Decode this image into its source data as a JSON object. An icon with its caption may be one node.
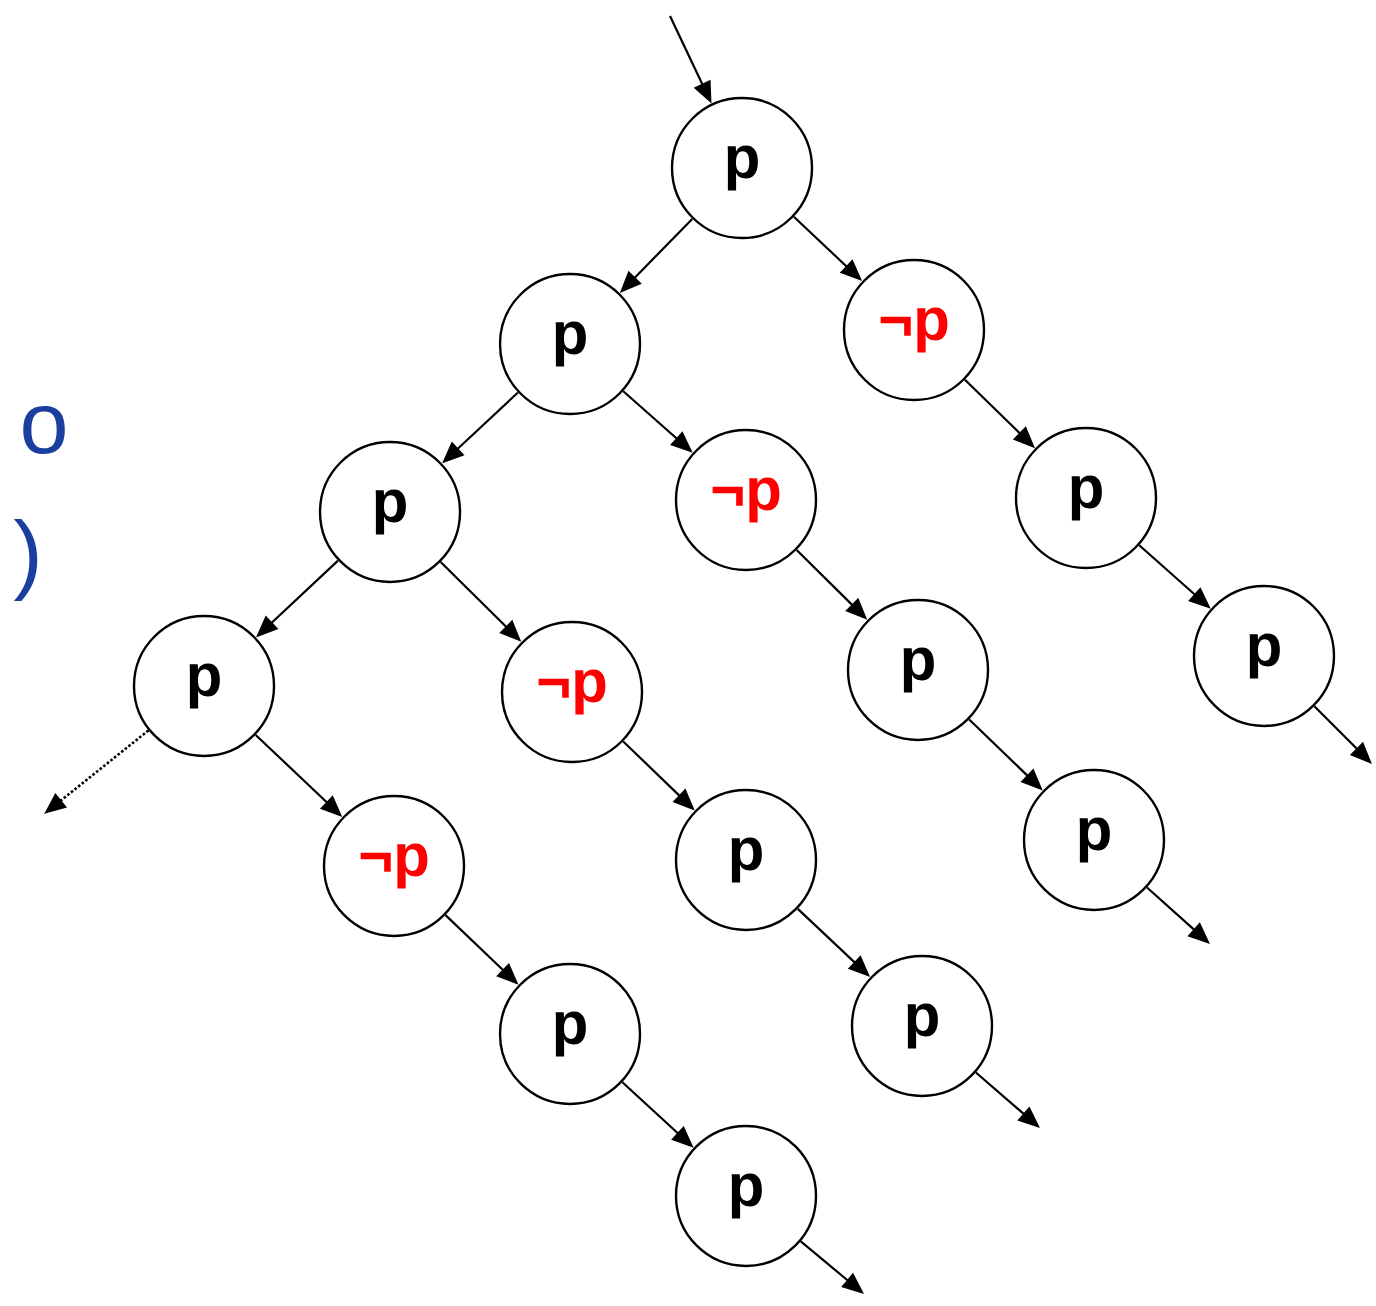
{
  "diagram": {
    "nodes": [
      {
        "text": [
          "p"
        ]
      },
      {
        "text": [
          "p"
        ]
      },
      {
        "text": [
          "¬p"
        ]
      },
      {
        "text": [
          "p"
        ]
      },
      {
        "text": [
          "¬p"
        ]
      },
      {
        "text": [
          "p"
        ]
      },
      {
        "text": [
          "p"
        ]
      },
      {
        "text": [
          "¬p"
        ]
      },
      {
        "text": [
          "p"
        ]
      },
      {
        "text": [
          "p"
        ]
      },
      {
        "text": [
          "¬p"
        ]
      },
      {
        "text": [
          "p"
        ]
      },
      {
        "text": [
          "p"
        ]
      },
      {
        "text": [
          "p"
        ]
      },
      {
        "text": [
          "p"
        ]
      },
      {
        "text": [
          "p"
        ]
      }
    ],
    "edges": [
      {
        "from": null,
        "to": 0,
        "arrow": "to"
      },
      {
        "from": 0,
        "to": 1,
        "arrow": "to"
      },
      {
        "from": 0,
        "to": 2,
        "arrow": "to"
      },
      {
        "from": 1,
        "to": 3,
        "arrow": "to"
      },
      {
        "from": 1,
        "to": 4,
        "arrow": "to"
      },
      {
        "from": 2,
        "to": 5,
        "arrow": "to"
      },
      {
        "from": 3,
        "to": 6,
        "arrow": "to"
      },
      {
        "from": 3,
        "to": 7,
        "arrow": "to"
      },
      {
        "from": 4,
        "to": 8,
        "arrow": "to"
      },
      {
        "from": 5,
        "to": 9,
        "arrow": "to"
      },
      {
        "from": 6,
        "to": null,
        "arrow": "to",
        "style": "dashed"
      },
      {
        "from": 6,
        "to": 10,
        "arrow": "to"
      },
      {
        "from": 7,
        "to": 11,
        "arrow": "to"
      },
      {
        "from": 8,
        "to": 12,
        "arrow": "to"
      },
      {
        "from": 9,
        "to": null,
        "arrow": "to"
      },
      {
        "from": 10,
        "to": 13,
        "arrow": "to"
      },
      {
        "from": 11,
        "to": 14,
        "arrow": "to"
      },
      {
        "from": 12,
        "to": null,
        "arrow": "to"
      },
      {
        "from": 13,
        "to": 15,
        "arrow": "to"
      },
      {
        "from": 14,
        "to": null,
        "arrow": "to"
      },
      {
        "from": 15,
        "to": null,
        "arrow": "to"
      }
    ],
    "labels": [
      "o",
      ")"
    ]
  }
}
